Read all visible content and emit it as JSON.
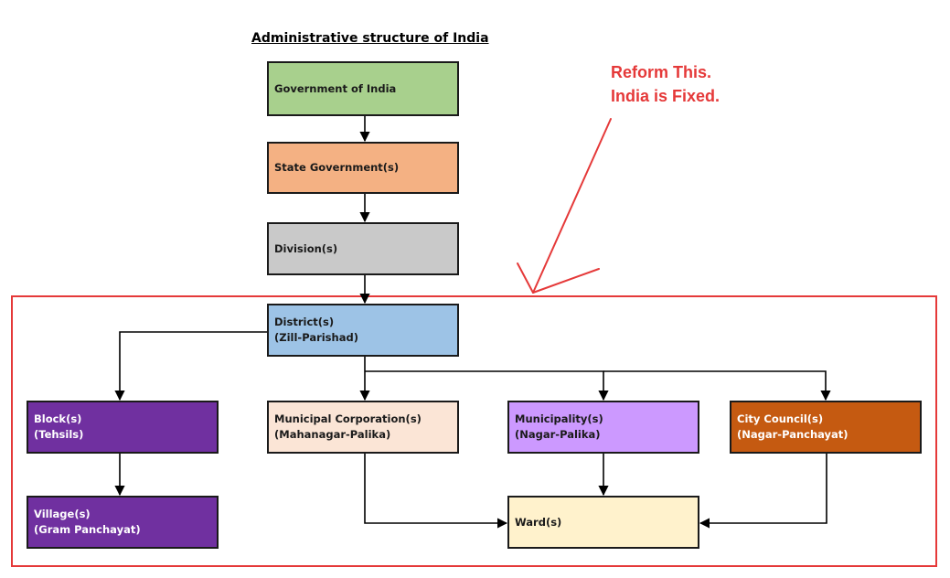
{
  "title": "Administrative structure of India",
  "nodes": {
    "government": {
      "line1": "Government of India",
      "color": "#a8d08d"
    },
    "state": {
      "line1": "State Government(s)",
      "color": "#f4b183"
    },
    "division": {
      "line1": "Division(s)",
      "color": "#c9c9c9"
    },
    "district": {
      "line1": "District(s)",
      "line2": "(Zill-Parishad)",
      "color": "#9dc3e6"
    },
    "block": {
      "line1": "Block(s)",
      "line2": "(Tehsils)",
      "color": "#7030a0"
    },
    "village": {
      "line1": "Village(s)",
      "line2": "(Gram Panchayat)",
      "color": "#7030a0"
    },
    "municipal_corporation": {
      "line1": "Municipal Corporation(s)",
      "line2": "(Mahanagar-Palika)",
      "color": "#fbe5d6"
    },
    "municipality": {
      "line1": "Municipality(s)",
      "line2": "(Nagar-Palika)",
      "color": "#cc99ff"
    },
    "city_council": {
      "line1": "City Council(s)",
      "line2": "(Nagar-Panchayat)",
      "color": "#c55a11"
    },
    "ward": {
      "line1": "Ward(s)",
      "color": "#fff2cc"
    }
  },
  "annotation": {
    "line1": "Reform This.",
    "line2": "India is Fixed.",
    "color": "#e53939"
  },
  "edges": [
    [
      "government",
      "state"
    ],
    [
      "state",
      "division"
    ],
    [
      "division",
      "district"
    ],
    [
      "district",
      "block"
    ],
    [
      "district",
      "municipal_corporation"
    ],
    [
      "district",
      "municipality"
    ],
    [
      "district",
      "city_council"
    ],
    [
      "block",
      "village"
    ],
    [
      "municipal_corporation",
      "ward"
    ],
    [
      "municipality",
      "ward"
    ],
    [
      "city_council",
      "ward"
    ]
  ]
}
